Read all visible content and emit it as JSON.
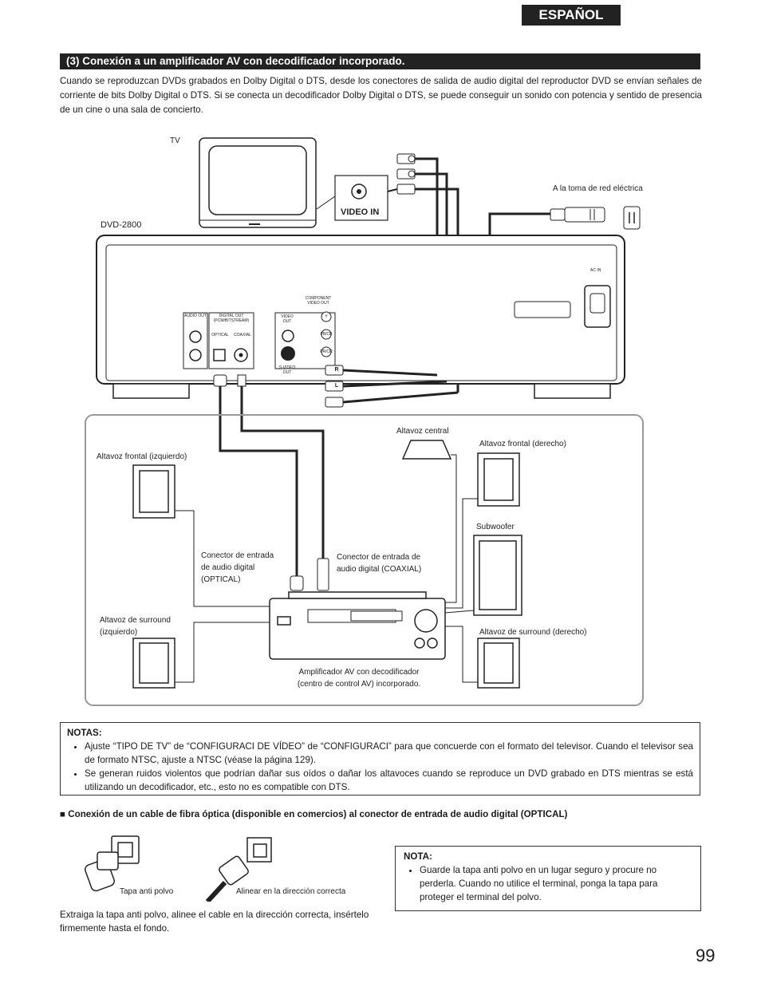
{
  "header": {
    "language_tab": "ESPAÑOL"
  },
  "section": {
    "title": "(3) Conexión a un amplificador AV con decodificador incorporado.",
    "intro": "Cuando se reproduzcan DVDs grabados en Dolby Digital o DTS, desde los conectores de salida de audio digital del reproductor DVD se envían señales de corriente de bits Dolby Digital o DTS. Si se conecta un decodificador Dolby Digital o DTS, se puede conseguir un sonido con potencia y sentido de presencia de un cine o una sala de concierto."
  },
  "diagram": {
    "tv": "TV",
    "video_in": "VIDEO IN",
    "power_outlet": "A la toma de red eléctrica",
    "dvd_model": "DVD-2800",
    "ac_in": "AC IN",
    "audio_out": "AUDIO OUT",
    "digital_out": "DIGITAL OUT (PCM/BITSTREAM)",
    "optical": "OPTICAL",
    "coaxial": "COAXIAL",
    "video_out": "VIDEO OUT",
    "svideo_out": "S-VIDEO OUT",
    "component_out": "COMPONENT VIDEO OUT",
    "y": "Y",
    "pb": "PB/CB",
    "pr": "PR/CR",
    "r": "R",
    "l": "L",
    "speaker_front_left": "Altavoz frontal (izquierdo)",
    "speaker_center": "Altavoz central",
    "speaker_front_right": "Altavoz frontal (derecho)",
    "subwoofer": "Subwoofer",
    "optical_input_line1": "Conector de entrada",
    "optical_input_line2": "de audio digital",
    "optical_input_line3": "(OPTICAL)",
    "coaxial_input_line1": "Conector de entrada de",
    "coaxial_input_line2": "audio digital (COAXIAL)",
    "surround_left_line1": "Altavoz de surround",
    "surround_left_line2": "(izquierdo)",
    "surround_right": "Altavoz de surround (derecho)",
    "amplifier_line1": "Amplificador AV con decodificador",
    "amplifier_line2": "(centro de control AV) incorporado."
  },
  "notes": {
    "title": "NOTAS:",
    "items": [
      "Ajuste “TIPO DE TV” de “CONFIGURACI DE VÍDEO” de “CONFIGURACI” para que concuerde con el formato del televisor. Cuando el televisor sea de formato NTSC, ajuste a NTSC (véase la página 129).",
      "Se generan ruidos violentos que podrían dañar sus oídos o dañar los altavoces cuando se reproduce un DVD grabado en DTS mientras se está utilizando un decodificador, etc., esto no es compatible con DTS."
    ]
  },
  "optical": {
    "bullet": "■",
    "heading": "Conexión de un cable de fibra óptica (disponible en comercios) al conector de entrada de audio digital (OPTICAL)",
    "cap_label": "Tapa anti polvo",
    "align_label": "Alinear en la dirección correcta",
    "instructions": "Extraiga la tapa anti polvo, alinee el cable en la dirección correcta, insértelo firmemente hasta el fondo."
  },
  "nota": {
    "title": "NOTA:",
    "items": [
      "Guarde la tapa anti polvo en un lugar seguro y procure no perderla. Cuando no utilice el terminal, ponga la tapa para proteger el terminal del polvo."
    ]
  },
  "page_number": "99"
}
